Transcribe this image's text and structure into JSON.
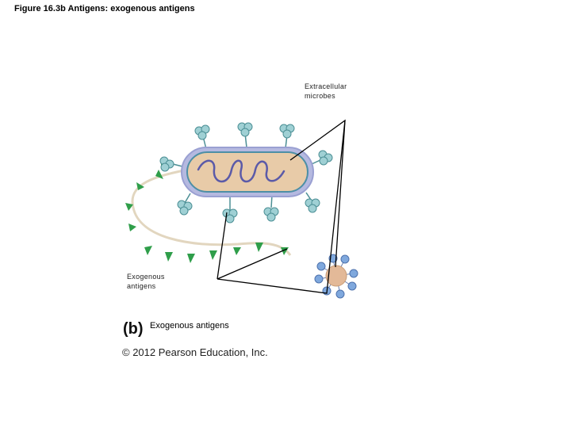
{
  "title": "Figure 16.3b Antigens: exogenous antigens",
  "labels": {
    "extracellular_line1": "Extracellular",
    "extracellular_line2": "microbes",
    "exogenous_line1": "Exogenous",
    "exogenous_line2": "antigens"
  },
  "panel_letter": "(b)",
  "caption": "Exogenous antigens",
  "copyright": "© 2012 Pearson Education, Inc.",
  "colors": {
    "capsule": "#b5b9e0",
    "cell_body": "#e8cba8",
    "dna": "#5b5aa8",
    "antigen_cluster": "#9fd0d4",
    "flagellum_antigen": "#2f9e4a",
    "free_antigen": "#7fa8dd",
    "free_core": "#e3b998"
  }
}
